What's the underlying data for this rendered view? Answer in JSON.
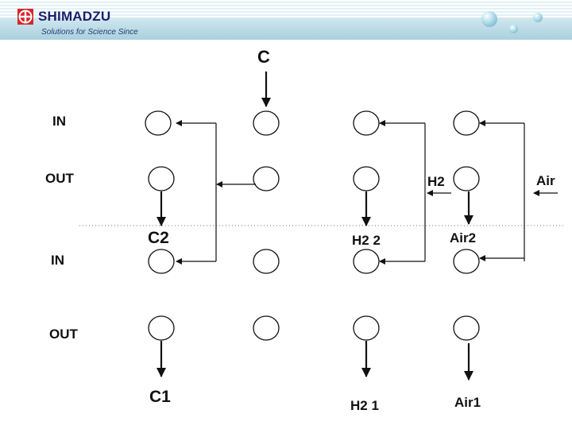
{
  "header": {
    "brand": "SHIMADZU",
    "tagline": "Solutions for Science Since"
  },
  "labels": {
    "c_top": "C",
    "in_upper": "IN",
    "out_upper": "OUT",
    "in_lower": "IN",
    "out_lower": "OUT",
    "c2": "C2",
    "c1": "C1",
    "h2": "H2",
    "h2_2": "H2 2",
    "h2_1": "H2 1",
    "air": "Air",
    "air2": "Air2",
    "air1": "Air1"
  },
  "colors": {
    "brand_red": "#d8262b",
    "brand_text": "#1d1d6b",
    "line": "#111111"
  }
}
